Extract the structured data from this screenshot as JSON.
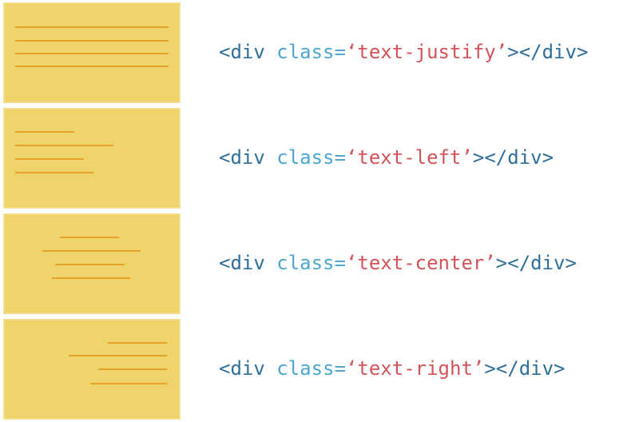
{
  "colors": {
    "card_fill": "#efd46b",
    "card_border": "#f4e08f",
    "line": "#e8a22a",
    "tag": "#2f6f99",
    "attr": "#4ea7d1",
    "value": "#d35359"
  },
  "rows": [
    {
      "alignment": "justify",
      "code": {
        "open": "<div",
        "attr": " class=",
        "value": "‘text-justify’",
        "close": "></div>"
      }
    },
    {
      "alignment": "left",
      "code": {
        "open": "<div",
        "attr": " class=",
        "value": "‘text-left’",
        "close": "></div>"
      }
    },
    {
      "alignment": "center",
      "code": {
        "open": "<div",
        "attr": " class=",
        "value": "‘text-center’",
        "close": "></div>"
      }
    },
    {
      "alignment": "right",
      "code": {
        "open": "<div",
        "attr": " class=",
        "value": "‘text-right’",
        "close": "></div>"
      }
    }
  ]
}
